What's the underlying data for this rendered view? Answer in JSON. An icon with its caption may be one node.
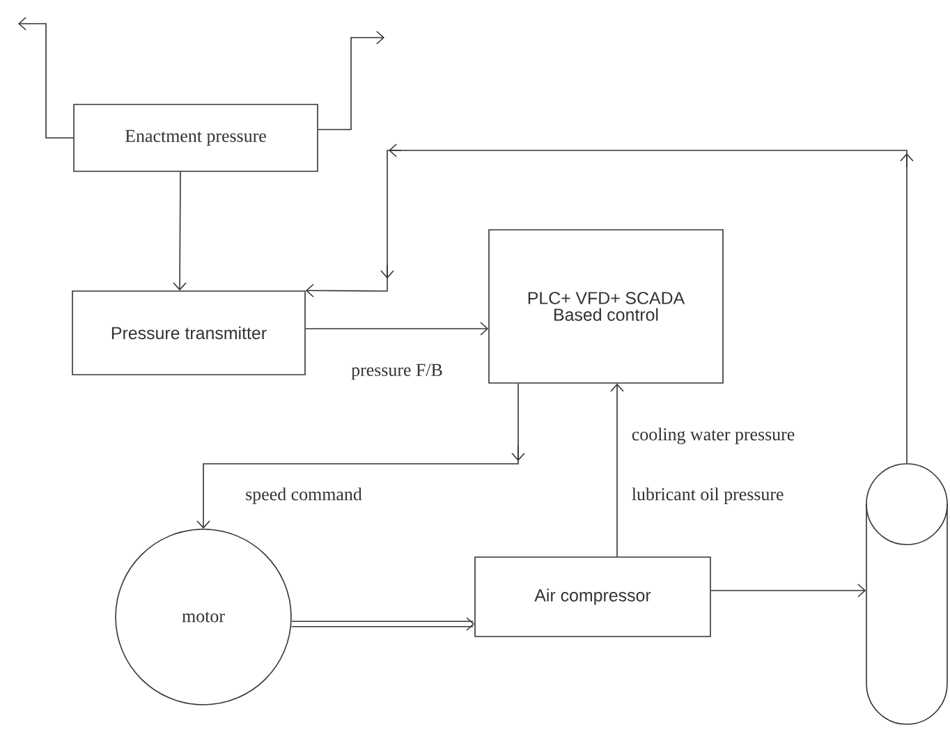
{
  "diagram": {
    "nodes": [
      {
        "text": [
          "Enactment pressure"
        ]
      },
      {
        "text": [
          "Pressure transmitter"
        ]
      },
      {
        "text": [
          "PLC+ VFD+ SCADA Based control"
        ]
      },
      {
        "text": [
          "motor"
        ]
      },
      {
        "text": [
          "Air compressor"
        ]
      },
      {
        "text": [],
        "shape": "cylinder"
      }
    ],
    "edges": [
      {
        "from": 0,
        "to": null,
        "arrow": "to"
      },
      {
        "from": 0,
        "to": null,
        "arrow": "to"
      },
      {
        "from": 0,
        "to": 1,
        "arrow": "to"
      },
      {
        "from": 5,
        "to": 1,
        "arrow": "to"
      },
      {
        "from": 1,
        "to": 2,
        "arrow": "to",
        "label": "pressure F/B"
      },
      {
        "from": 2,
        "to": 3,
        "arrow": "to",
        "label": "speed command"
      },
      {
        "from": 3,
        "to": 4,
        "arrow": "to",
        "style": "thick"
      },
      {
        "from": 4,
        "to": 2,
        "arrow": "to"
      },
      {
        "from": 4,
        "to": 5,
        "arrow": "to"
      }
    ],
    "labels": [
      "cooling water pressure",
      "lubricant oil pressure"
    ]
  }
}
